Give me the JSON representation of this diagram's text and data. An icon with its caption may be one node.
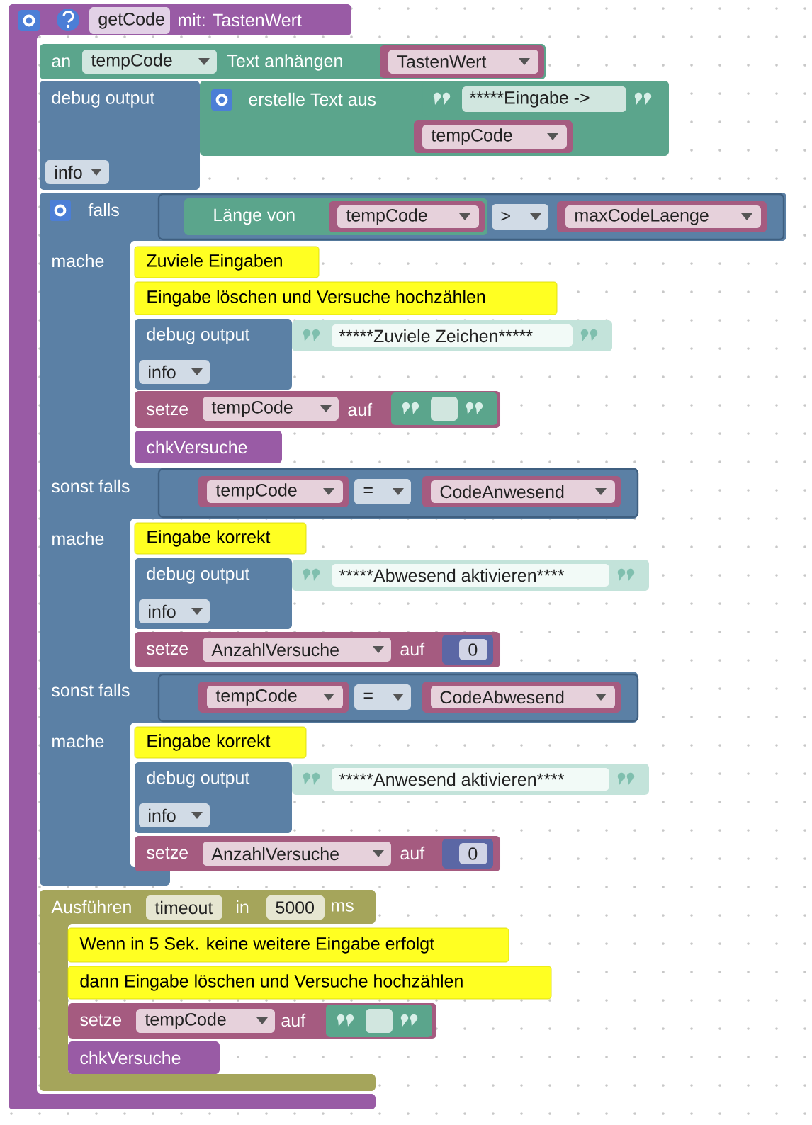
{
  "diagram": {
    "nodes": [
      {
        "text": [
          "mit: TastenWert"
        ]
      },
      {
        "text": [
          "getCode"
        ],
        "in": 0
      },
      {
        "text": [
          "an",
          "Text anhängen"
        ]
      },
      {
        "text": [
          "tempCode"
        ],
        "in": 2
      },
      {
        "text": [
          "TastenWert"
        ],
        "in": 2
      },
      {
        "text": [
          "debug output"
        ],
        "in": 0
      },
      {
        "text": [
          "erstelle Text aus"
        ]
      },
      {
        "text": [
          "*****Eingabe ->"
        ],
        "in": 6
      },
      {
        "text": [
          "tempCode"
        ],
        "in": 6
      },
      {
        "text": [
          "info"
        ],
        "in": 5
      },
      {
        "text": [
          "falls",
          "mache",
          "sonst falls",
          "mache",
          "sonst falls",
          "mache"
        ]
      },
      {
        "text": [],
        "shape": "box",
        "in": 10
      },
      {
        "text": [
          "Länge von"
        ],
        "in": 11
      },
      {
        "text": [
          "tempCode"
        ],
        "in": 12
      },
      {
        "text": [
          ">"
        ],
        "in": 11
      },
      {
        "text": [
          "maxCodeLaenge"
        ],
        "in": 11
      },
      {
        "text": [
          "Zuviele Eingaben"
        ],
        "in": 10
      },
      {
        "text": [
          "Eingabe löschen und Versuche hochzählen"
        ],
        "in": 10
      },
      {
        "text": [
          "debug output"
        ],
        "in": 10
      },
      {
        "text": [
          "*****Zuviele Zeichen*****"
        ],
        "in": 10
      },
      {
        "text": [
          "info"
        ],
        "in": 18
      },
      {
        "text": [
          "setze",
          "auf"
        ],
        "in": 10
      },
      {
        "text": [
          "tempCode"
        ],
        "in": 21
      },
      {
        "text": [],
        "shape": "box",
        "in": 21
      },
      {
        "text": [
          "chkVersuche"
        ],
        "in": 10
      },
      {
        "text": [],
        "shape": "box",
        "in": 10
      },
      {
        "text": [
          "tempCode"
        ],
        "in": 25
      },
      {
        "text": [
          "="
        ],
        "in": 25
      },
      {
        "text": [
          "CodeAnwesend"
        ],
        "in": 25
      },
      {
        "text": [
          "Eingabe korrekt"
        ],
        "in": 10
      },
      {
        "text": [
          "debug output"
        ],
        "in": 10
      },
      {
        "text": [
          "*****Abwesend aktivieren****"
        ],
        "in": 10
      },
      {
        "text": [
          "info"
        ],
        "in": 30
      },
      {
        "text": [
          "setze",
          "auf"
        ],
        "in": 10
      },
      {
        "text": [
          "AnzahlVersuche"
        ],
        "in": 33
      },
      {
        "text": [
          "0"
        ],
        "in": 33
      },
      {
        "text": [],
        "shape": "box",
        "in": 10
      },
      {
        "text": [
          "tempCode"
        ],
        "in": 36
      },
      {
        "text": [
          "="
        ],
        "in": 36
      },
      {
        "text": [
          "CodeAbwesend"
        ],
        "in": 36
      },
      {
        "text": [
          "Eingabe korrekt"
        ],
        "in": 10
      },
      {
        "text": [
          "debug output"
        ],
        "in": 10
      },
      {
        "text": [
          "*****Anwesend aktivieren****"
        ],
        "in": 10
      },
      {
        "text": [
          "info"
        ],
        "in": 41
      },
      {
        "text": [
          "setze",
          "auf"
        ],
        "in": 10
      },
      {
        "text": [
          "AnzahlVersuche"
        ],
        "in": 44
      },
      {
        "text": [
          "0"
        ],
        "in": 44
      },
      {
        "text": [
          "Ausführen",
          "in",
          "ms"
        ],
        "in": 0
      },
      {
        "text": [
          "timeout"
        ],
        "in": 47
      },
      {
        "text": [
          "5000"
        ],
        "in": 47
      },
      {
        "text": [
          "Wenn in 5 Sek. keine weitere Eingabe erfolgt"
        ]
      },
      {
        "text": [
          "dann Eingabe löschen und Versuche hochzählen"
        ]
      },
      {
        "text": [
          "setze",
          "auf"
        ]
      },
      {
        "text": [
          "tempCode"
        ],
        "in": 52
      },
      {
        "text": [],
        "shape": "box",
        "in": 52
      },
      {
        "text": [
          "chkVersuche"
        ],
        "in": 47
      }
    ]
  }
}
